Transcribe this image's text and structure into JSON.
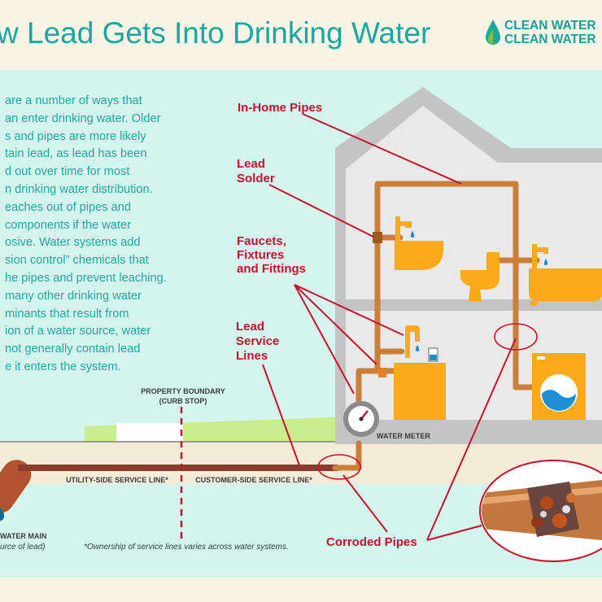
{
  "title": "w Lead Gets Into Drinking Water",
  "logo": {
    "line1": "CLEAN WATER",
    "line2": "CLEAN WATER"
  },
  "intro_lines": [
    "are a number of ways that",
    "an enter drinking water. Older",
    "s and pipes are more likely",
    "tain lead, as lead has been",
    "d out over time for most",
    "n drinking water distribution.",
    "eaches out of pipes and",
    "components if the water",
    "osive. Water systems add",
    "sion control” chemicals that",
    "he pipes and prevent leaching.",
    "many other drinking water",
    "minants that result from",
    "ion of a water source, water",
    "not generally contain lead",
    "e it enters the system."
  ],
  "labels": {
    "in_home_pipes": "In-Home Pipes",
    "lead_solder_1": "Lead",
    "lead_solder_2": "Solder",
    "faucets_1": "Faucets,",
    "faucets_2": "Fixtures",
    "faucets_3": "and Fittings",
    "service_1": "Lead",
    "service_2": "Service",
    "service_3": "Lines",
    "corroded_pipes": "Corroded Pipes",
    "property_boundary_1": "PROPERTY BOUNDARY",
    "property_boundary_2": "(CURB STOP)",
    "utility_side": "UTILITY-SIDE SERVICE LINE*",
    "customer_side": "CUSTOMER-SIDE SERVICE LINE*",
    "water_meter": "WATER METER",
    "water_main_1": "WATER MAIN",
    "water_main_2": "urce of lead)",
    "footnote": "*Ownership of service lines varies across water systems."
  },
  "colors": {
    "teal": "#1aa7a0",
    "red": "#c8102e",
    "pipe": "#cd7f3a",
    "fixture": "#fbaa19",
    "house": "#b9b9b9"
  }
}
